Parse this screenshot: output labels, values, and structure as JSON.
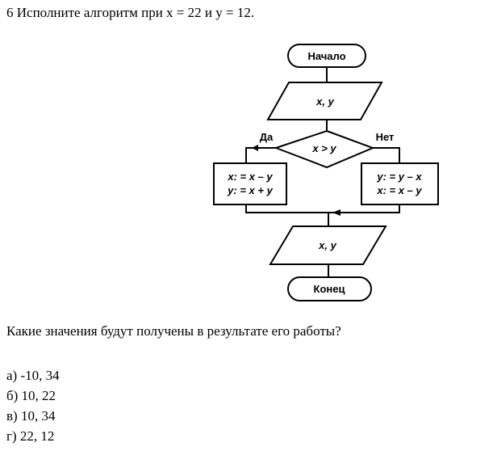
{
  "task": "6 Исполните алгоритм при x = 22 и y = 12.",
  "flowchart": {
    "start": "Начало",
    "input": "x, y",
    "condition": "x > y",
    "yes": "Да",
    "no": "Нет",
    "yes_line1": "x: = x – y",
    "yes_line2": "y: = x + y",
    "no_line1": "y: = y – x",
    "no_line2": "x: = x – y",
    "output": "x, y",
    "end": "Конец"
  },
  "question": "Какие значения будут получены в результате его работы?",
  "answers": [
    "а) -10, 34",
    "б) 10, 22",
    "в) 10, 34",
    "г) 22, 12"
  ]
}
